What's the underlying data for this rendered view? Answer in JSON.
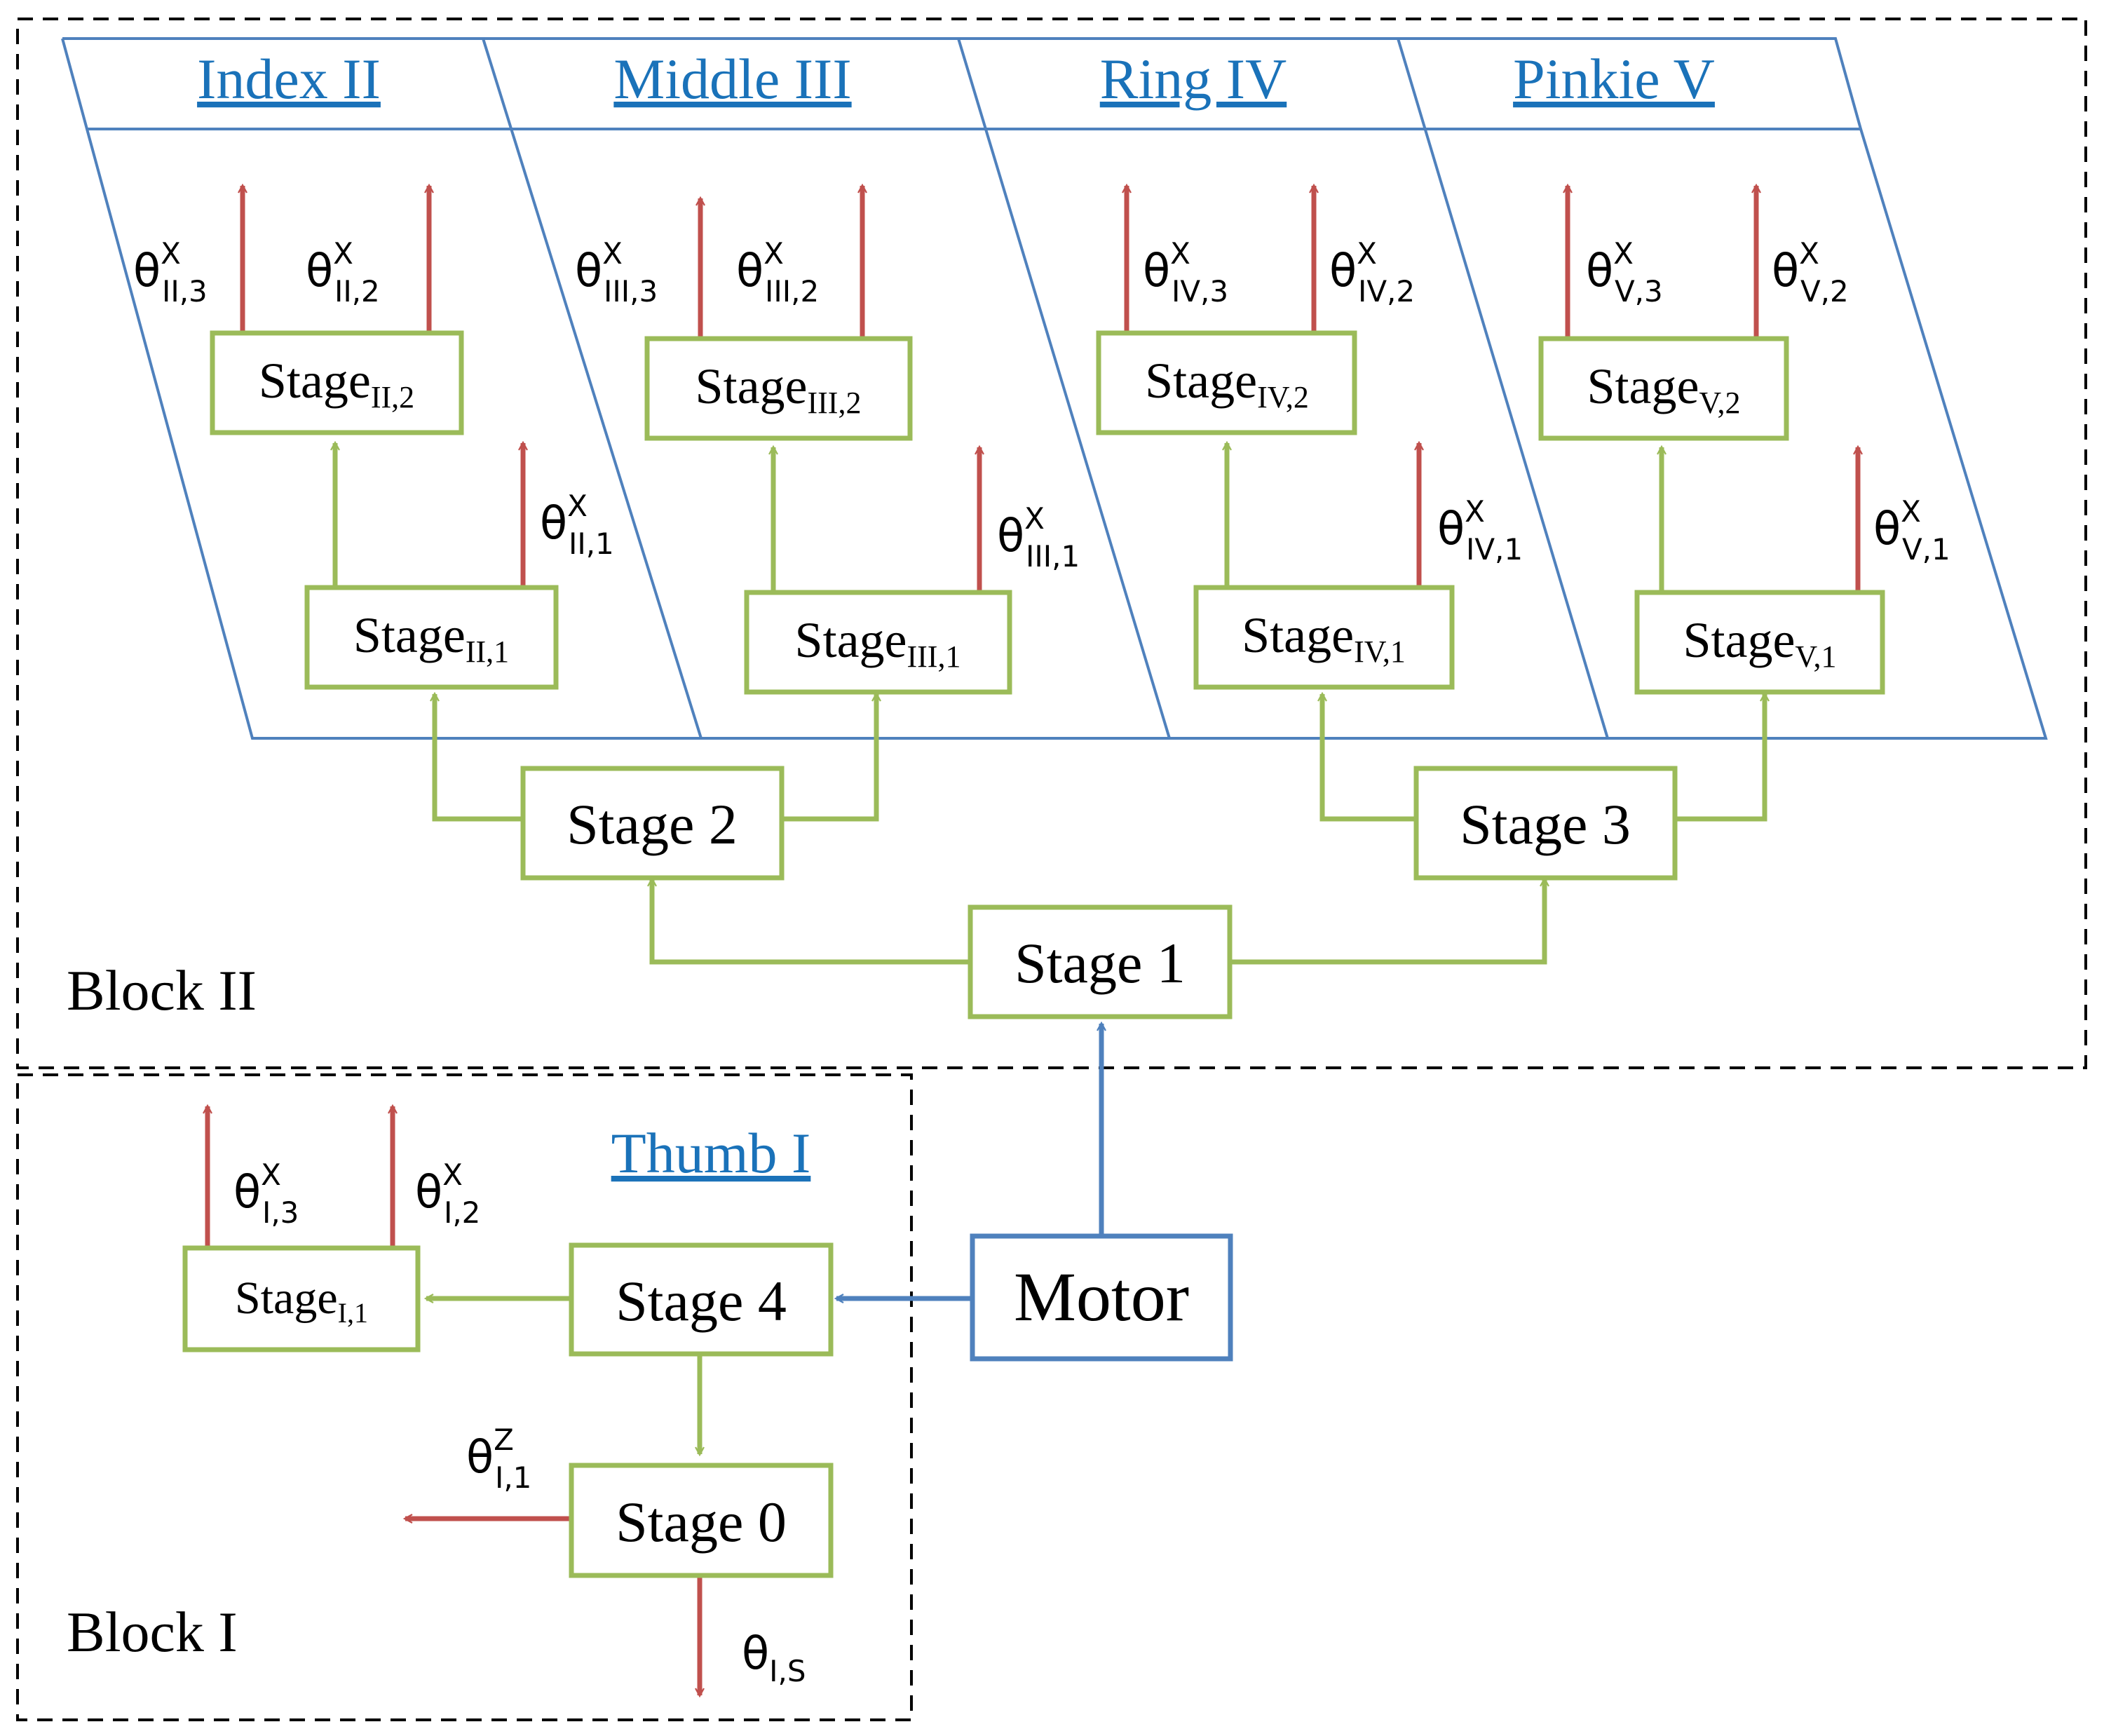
{
  "blocks": {
    "block2_label": "Block II",
    "block1_label": "Block I"
  },
  "fingers": {
    "index": "Index II",
    "middle": "Middle III",
    "ring": "Ring IV",
    "pinkie": "Pinkie V",
    "thumb": "Thumb I"
  },
  "stages": {
    "s0": "Stage 0",
    "s1": "Stage 1",
    "s2": "Stage 2",
    "s3": "Stage 3",
    "s4": "Stage 4",
    "sub_base": "Stage",
    "ii2_sub": "II,2",
    "ii1_sub": "II,1",
    "iii2_sub": "III,2",
    "iii1_sub": "III,1",
    "iv2_sub": "IV,2",
    "iv1_sub": "IV,1",
    "v2_sub": "V,2",
    "v1_sub": "V,1",
    "i1_sub": "I,1"
  },
  "motor": "Motor",
  "thetas": {
    "symbol": "θ",
    "sup_x": "X",
    "sup_z": "Z",
    "ii3": "II,3",
    "ii2": "II,2",
    "ii1": "II,1",
    "iii3": "III,3",
    "iii2": "III,2",
    "iii1": "III,1",
    "iv3": "IV,3",
    "iv2": "IV,2",
    "iv1": "IV,1",
    "v3": "V,3",
    "v2": "V,2",
    "v1": "V,1",
    "i3": "I,3",
    "i2": "I,2",
    "i1": "I,1",
    "is": "I,S"
  },
  "colors": {
    "green": "#9bbb59",
    "red": "#c0504d",
    "blue": "#4f81bd",
    "title_blue": "#1a72b9"
  }
}
